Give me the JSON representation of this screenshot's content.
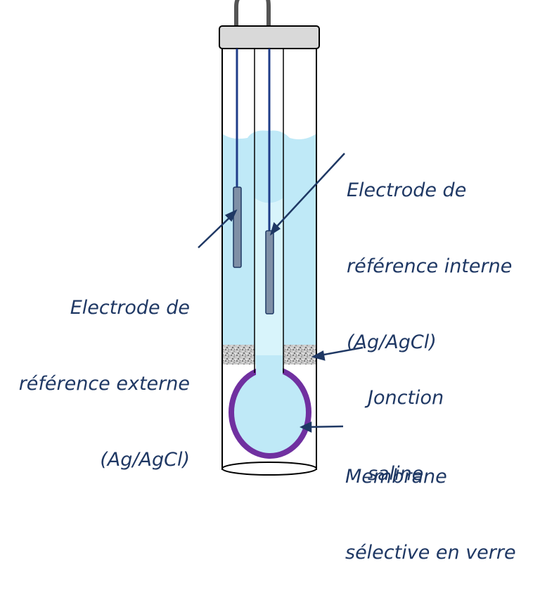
{
  "labels": {
    "internal_ref": {
      "lines": [
        "Electrode de",
        "référence interne",
        "(Ag/AgCl)"
      ]
    },
    "external_ref": {
      "lines": [
        "Electrode de",
        "référence externe",
        "(Ag/AgCl)"
      ]
    },
    "junction": {
      "lines": [
        "Jonction",
        "saline"
      ]
    },
    "membrane": {
      "lines": [
        "Membrane",
        "sélective en verre"
      ]
    }
  },
  "colors": {
    "text": "#1F3864",
    "wire": "#1F3C88",
    "solution": "#BFE9F7",
    "membrane": "#7030A0",
    "cap": "#D9D9D9",
    "outline": "#000000",
    "junction": "#A6A6A6"
  }
}
